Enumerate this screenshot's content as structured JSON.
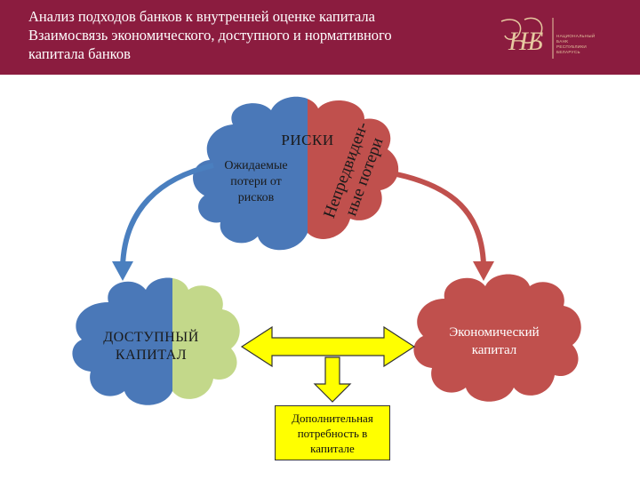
{
  "header": {
    "title_lines": [
      "Анализ подходов банков к внутренней оценке капитала",
      "Взаимосвязь экономического, доступного и нормативного",
      "капитала банков"
    ],
    "logo_monogram": "НБ",
    "logo_text_lines": [
      "НАЦИОНАЛЬНЫЙ",
      "БАНК",
      "РЕСПУБЛИКИ",
      "БЕЛАРУСЬ"
    ]
  },
  "risks_cloud": {
    "title": "РИСКИ",
    "expected_losses": [
      "Ожидаемые",
      "потери от",
      "рисков"
    ],
    "unexpected_losses": [
      "Непредвиден-",
      "ные потери"
    ]
  },
  "available_capital": [
    "ДОСТУПНЫЙ",
    "КАПИТАЛ"
  ],
  "economic_capital": [
    "Экономический",
    "капитал"
  ],
  "additional_need": [
    "Дополнительная",
    "потребность в",
    "капитале"
  ],
  "colors": {
    "header_bg": "#8b1c3f",
    "blue": "#4a78b8",
    "red": "#c0504d",
    "green": "#c3d88a",
    "yellow": "#ffff00",
    "arrow_blue": "#4a7fbf",
    "arrow_red": "#c0504d"
  }
}
